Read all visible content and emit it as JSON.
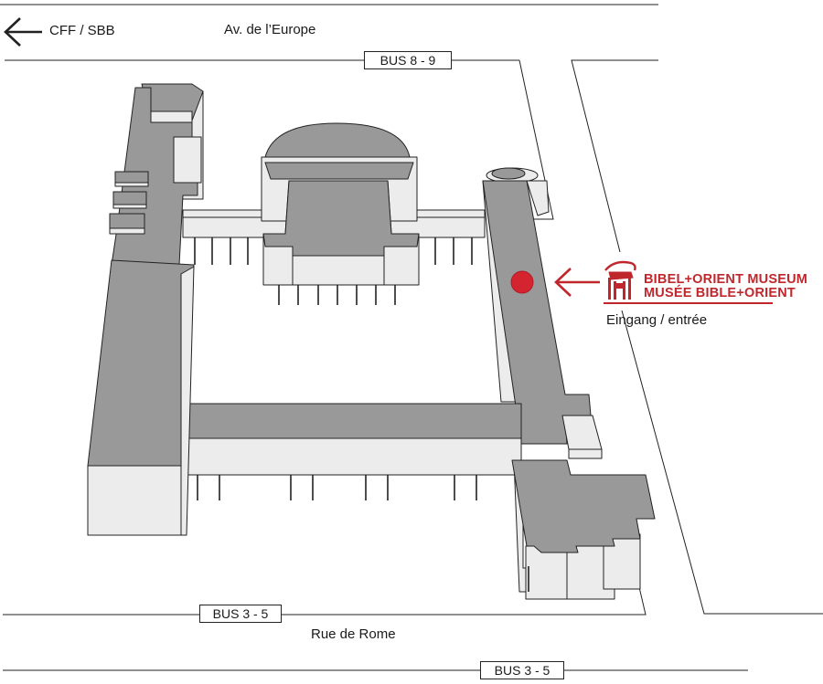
{
  "nav": {
    "station_label": "CFF / SBB",
    "arrow_icon": "arrow-left-icon"
  },
  "streets": {
    "top": "Av. de l’Europe",
    "bottom": "Rue de Rome"
  },
  "bus_stops": {
    "top": "BUS 8 - 9",
    "bottom_left": "BUS 3 - 5",
    "bottom_center": "BUS 3 - 5"
  },
  "museum": {
    "name_de": "BIBEL+ORIENT MUSEUM",
    "name_fr": "MUSÉE BIBLE+ORIENT",
    "entrance_label": "Eingang / entrée",
    "logo_icon": "ibex-logo-icon"
  },
  "colors": {
    "roof": "#999999",
    "wall": "#ececec",
    "outline": "#222222",
    "accent": "#c0272d",
    "entrance_marker": "#d42430"
  }
}
